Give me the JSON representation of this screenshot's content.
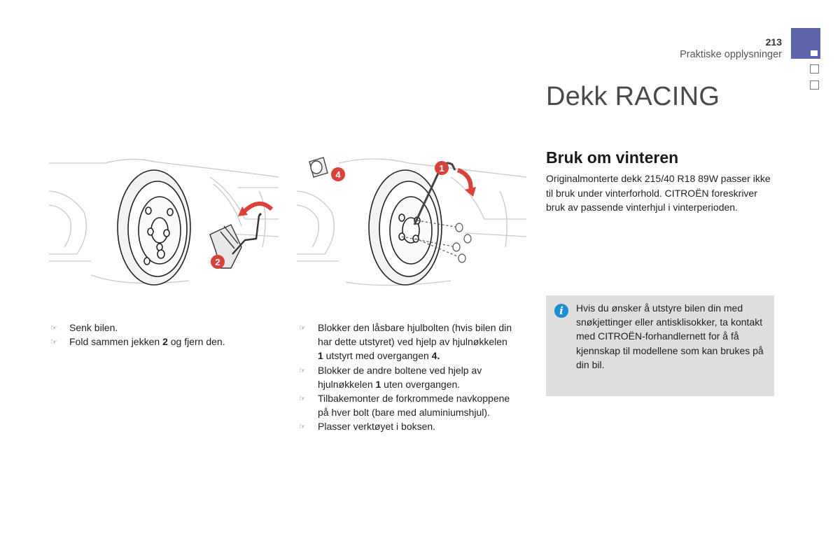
{
  "header": {
    "page_number": "213",
    "section_title": "Praktiske opplysninger",
    "tab_color": "#5c66a8"
  },
  "title": "Dekk RACING",
  "subheading": "Bruk om vinteren",
  "intro": "Originalmonterte dekk 215/40 R18 89W passer ikke til bruk under vinterforhold. CITROËN foreskriver bruk av passende vinterhjul i vinterperioden.",
  "figures": {
    "left_callout": "2",
    "right_callouts": [
      "1",
      "4"
    ],
    "callout_color": "#d9413a"
  },
  "steps_left": {
    "items": [
      {
        "before": "Senk bilen.",
        "bold": "",
        "after": ""
      },
      {
        "before": "Fold sammen jekken ",
        "bold": "2",
        "after": " og fjern den."
      }
    ]
  },
  "steps_right": {
    "items": [
      {
        "before": "Blokker den låsbare hjulbolten (hvis bilen din har dette utstyret) ved hjelp av hjulnøkkelen ",
        "bold": "1",
        "after": " utstyrt med overgangen ",
        "bold2": "4."
      },
      {
        "before": "Blokker de andre boltene ved hjelp av hjulnøkkelen ",
        "bold": "1",
        "after": " uten overgangen."
      },
      {
        "before": "Tilbakemonter de forkrommede navkoppene på hver bolt (bare med aluminiumshjul).",
        "bold": "",
        "after": ""
      },
      {
        "before": "Plasser verktøyet i boksen.",
        "bold": "",
        "after": ""
      }
    ]
  },
  "bullet_glyph": "☞",
  "info": {
    "icon": "info-icon",
    "icon_glyph": "i",
    "icon_color": "#1c8fd3",
    "text": "Hvis du ønsker å utstyre bilen din med snøkjettinger eller antiskli­sokker, ta kontakt med CITROËN-forhandlernett for å få kjennskap til modellene som kan brukes på din bil."
  }
}
